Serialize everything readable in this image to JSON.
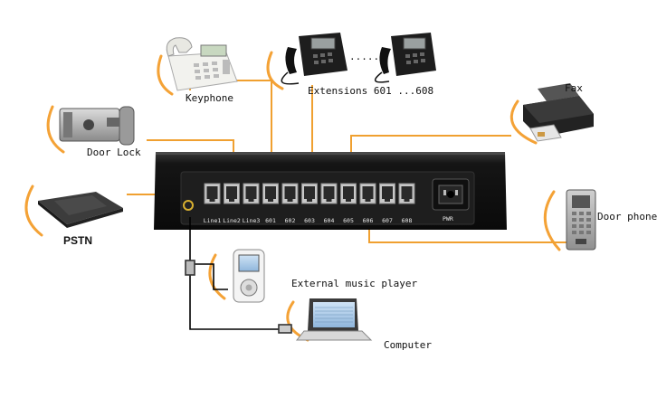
{
  "devices": {
    "keyphone": "Keyphone",
    "extensions": "Extensions 601 ...608",
    "dots": "......",
    "fax": "Fax",
    "door_lock": "Door Lock",
    "door_phone": "Door phone",
    "pstn": "PSTN",
    "music_player": "External music player",
    "computer": "Computer"
  },
  "ports": [
    "Line1",
    "Line2",
    "Line3",
    "601",
    "602",
    "603",
    "604",
    "605",
    "606",
    "607",
    "608"
  ],
  "power_label": "PWR",
  "colors": {
    "connection_line": "#f0a030",
    "swoosh": "#f4a236",
    "chassis": "#1a1a1a",
    "cable": "#000000"
  }
}
